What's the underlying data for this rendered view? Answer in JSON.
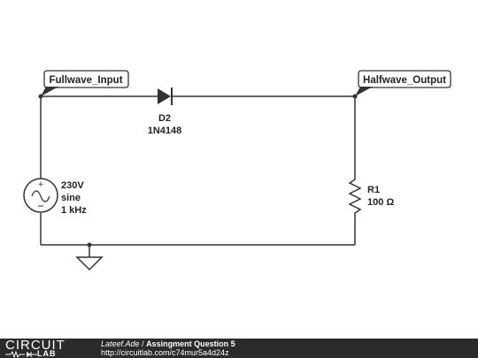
{
  "circuit": {
    "input_label": "Fullwave_Input",
    "output_label": "Halfwave_Output",
    "diode": {
      "name": "D2",
      "model": "1N4148"
    },
    "source": {
      "voltage": "230V",
      "waveform": "sine",
      "frequency": "1 kHz"
    },
    "resistor": {
      "name": "R1",
      "value": "100 Ω"
    }
  },
  "footer": {
    "logo_top": "CIRCUIT",
    "logo_bottom": "LAB",
    "author": "Lateef.Ade",
    "separator": " / ",
    "title": "Assingment Question 5",
    "url": "http://circuitlab.com/c74mur5a4d24z"
  }
}
